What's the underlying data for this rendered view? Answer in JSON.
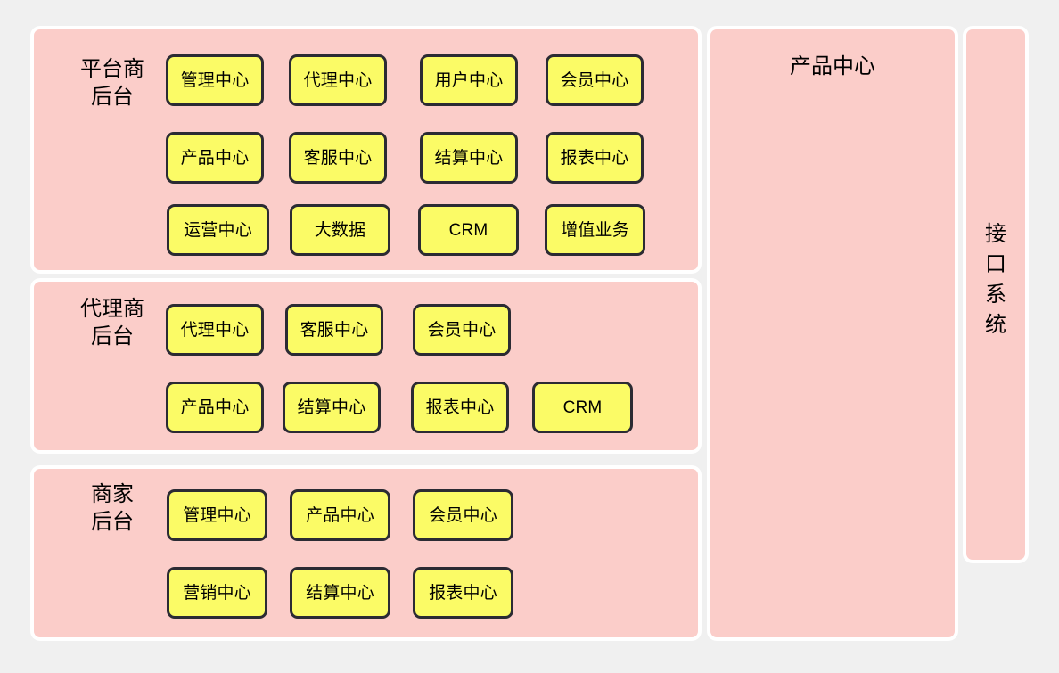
{
  "diagram": {
    "background_color": "#f0f0f0",
    "panel_color": "#fbcdc9",
    "module_color": "#fbfb66",
    "module_border_color": "#2b2b33"
  },
  "panels": {
    "platform": {
      "label": "平台商\n后台",
      "rows": [
        [
          {
            "label": "管理中心"
          },
          {
            "label": "代理中心"
          },
          {
            "label": "用户中心"
          },
          {
            "label": "会员中心"
          }
        ],
        [
          {
            "label": "产品中心"
          },
          {
            "label": "客服中心"
          },
          {
            "label": "结算中心"
          },
          {
            "label": "报表中心"
          }
        ],
        [
          {
            "label": "运营中心"
          },
          {
            "label": "大数据"
          },
          {
            "label": "CRM"
          },
          {
            "label": "增值业务"
          }
        ]
      ]
    },
    "agent": {
      "label": "代理商\n后台",
      "rows": [
        [
          {
            "label": "代理中心"
          },
          {
            "label": "客服中心"
          },
          {
            "label": "会员中心"
          }
        ],
        [
          {
            "label": "产品中心"
          },
          {
            "label": "结算中心"
          },
          {
            "label": "报表中心"
          },
          {
            "label": "CRM"
          }
        ]
      ]
    },
    "merchant": {
      "label": "商家\n后台",
      "rows": [
        [
          {
            "label": "管理中心"
          },
          {
            "label": "产品中心"
          },
          {
            "label": "会员中心"
          }
        ],
        [
          {
            "label": "营销中心"
          },
          {
            "label": "结算中心"
          },
          {
            "label": "报表中心"
          }
        ]
      ]
    },
    "product_center": {
      "title": "产品中心"
    },
    "interface_system": {
      "title": "接口系统"
    }
  }
}
